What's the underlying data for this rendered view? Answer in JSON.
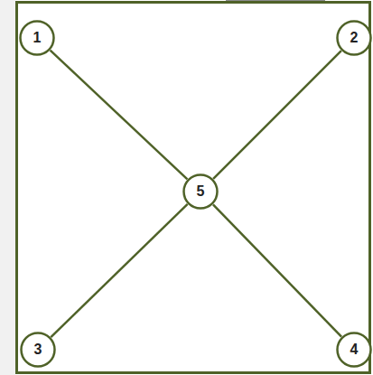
{
  "diagram": {
    "nodes": [
      {
        "text": [
          "1"
        ]
      },
      {
        "text": [
          "2"
        ]
      },
      {
        "text": [
          "5"
        ]
      },
      {
        "text": [
          "3"
        ]
      },
      {
        "text": [
          "4"
        ]
      }
    ],
    "edges": [
      {
        "from": 0,
        "to": 2,
        "arrow": "none"
      },
      {
        "from": 1,
        "to": 2,
        "arrow": "none"
      },
      {
        "from": 3,
        "to": 2,
        "arrow": "none"
      },
      {
        "from": 4,
        "to": 2,
        "arrow": "none"
      }
    ]
  }
}
